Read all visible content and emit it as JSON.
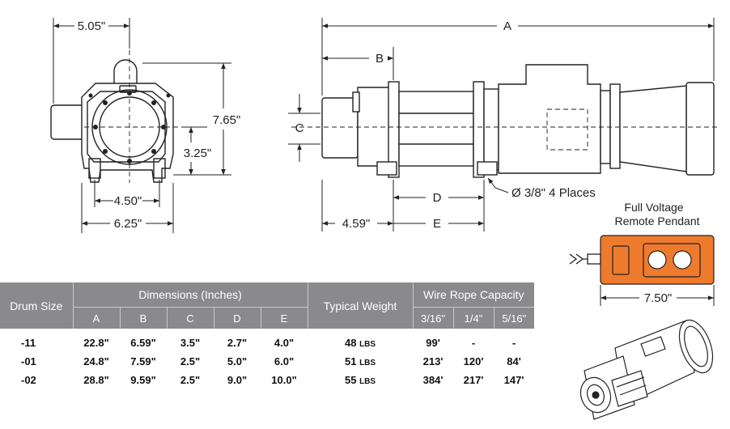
{
  "front_view": {
    "width_overall": "5.05\"",
    "height_overall": "7.65\"",
    "axis_height": "3.25\"",
    "foot_spacing": "4.50\"",
    "base_width": "6.25\""
  },
  "side_view": {
    "dim_a": "A",
    "dim_b": "B",
    "dim_c": "C",
    "dim_d": "D",
    "dim_e": "E",
    "offset": "4.59\"",
    "holes_note": "Ø 3/8\" 4 Places"
  },
  "pendant": {
    "title_line1": "Full Voltage",
    "title_line2": "Remote Pendant",
    "width": "7.50\"",
    "color": "#ee7a2e"
  },
  "table": {
    "head_drum_size": "Drum Size",
    "head_dimensions": "Dimensions (Inches)",
    "head_weight": "Typical Weight",
    "head_wire": "Wire Rope Capacity",
    "dim_cols": [
      "A",
      "B",
      "C",
      "D",
      "E"
    ],
    "wire_cols": [
      "3/16\"",
      "1/4\"",
      "5/16\""
    ],
    "weight_unit": "LBS",
    "rows": [
      {
        "size": "-11",
        "a": "22.8\"",
        "b": "6.59\"",
        "c": "3.5\"",
        "d": "2.7\"",
        "e": "4.0\"",
        "weight": "48",
        "w1": "99'",
        "w2": "-",
        "w3": "-"
      },
      {
        "size": "-01",
        "a": "24.8\"",
        "b": "7.59\"",
        "c": "2.5\"",
        "d": "5.0\"",
        "e": "6.0\"",
        "weight": "51",
        "w1": "213'",
        "w2": "120'",
        "w3": "84'"
      },
      {
        "size": "-02",
        "a": "28.8\"",
        "b": "9.59\"",
        "c": "2.5\"",
        "d": "9.0\"",
        "e": "10.0\"",
        "weight": "55",
        "w1": "384'",
        "w2": "217'",
        "w3": "147'"
      }
    ],
    "header_color": "#8a8a8d"
  }
}
